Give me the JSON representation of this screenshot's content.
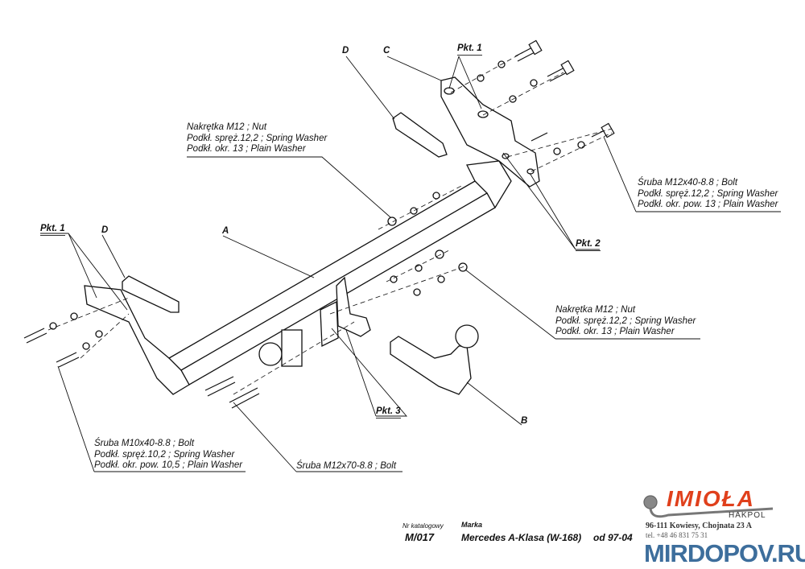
{
  "labels": {
    "d_top": "D",
    "c_top": "C",
    "pkt1_top": "Pkt. 1",
    "pkt1_left": "Pkt. 1",
    "d_left": "D",
    "a": "A",
    "pkt2": "Pkt. 2",
    "pkt3": "Pkt. 3",
    "b": "B"
  },
  "notes": {
    "nut_top": [
      "Nakrętka  M12 ; Nut",
      "Podkł. spręż.12,2 ; Spring Washer",
      "Podkł. okr. 13 ; Plain Washer"
    ],
    "bolt_right": [
      "Śruba M12x40-8.8 ;  Bolt",
      "Podkł. spręż.12,2 ; Spring Washer",
      "Podkł. okr. pow. 13 ; Plain Washer"
    ],
    "nut_right": [
      "Nakrętka  M12 ; Nut",
      "Podkł. spręż.12,2 ; Spring Washer",
      "Podkł. okr. 13 ; Plain Washer"
    ],
    "bolt_left": [
      "Śruba M10x40-8.8 ;  Bolt",
      "Podkł. spręż.10,2 ; Spring Washer",
      "Podkł. okr. pow. 10,5 ; Plain Washer"
    ],
    "bolt_bottom": "Śruba M12x70-8.8 ;  Bolt"
  },
  "footer": {
    "catalog_label": "Nr katalogowy",
    "catalog_value": "M/017",
    "brand_label": "Marka",
    "brand_value": "Mercedes A-Klasa (W-168)",
    "date": "od  97-04",
    "address": "96-111 Kowiesy, Chojnata 23 A",
    "phone": "tel. +48 46 831 75 31"
  },
  "logo": {
    "name": "IMIOŁA",
    "sub": "HAKPOL",
    "color": "#e0401c"
  },
  "watermark": "MIRDOPOV.RU"
}
